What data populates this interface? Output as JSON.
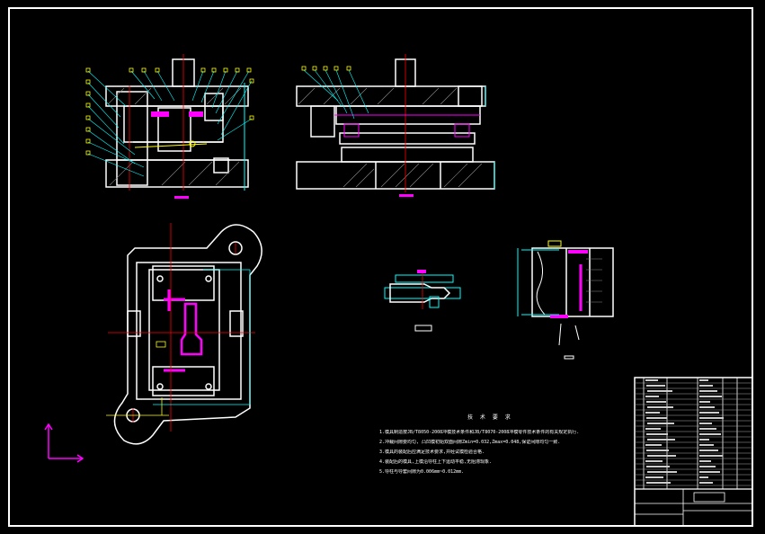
{
  "drawing": {
    "background": "#000000",
    "line_color": "#ffffff",
    "accent_colors": {
      "cyan": "#00ffff",
      "yellow": "#ffff00",
      "magenta": "#ff00ff",
      "red": "#ff0000",
      "blue": "#0000ff"
    }
  },
  "technical_requirements": {
    "title": "技 术 要 求",
    "items": [
      "1.模具制造按JB/T8050-2008冲模技术条件和JB/T8070-2008冲模零件技术条件的有关规定执行.",
      "2.冲裁间隙要均匀, 凸凹模初始双面间隙Zmin=0.032,Zmax=0.048,保证间隙均匀一致.",
      "3.模具的装配后应满足技术要求,并经试模检验合格.",
      "4.装配后的模具,上模沿导柱上下运动平稳,无阻滞现象.",
      "5.导柱与导套间隙为0.006mm~0.012mm."
    ]
  }
}
